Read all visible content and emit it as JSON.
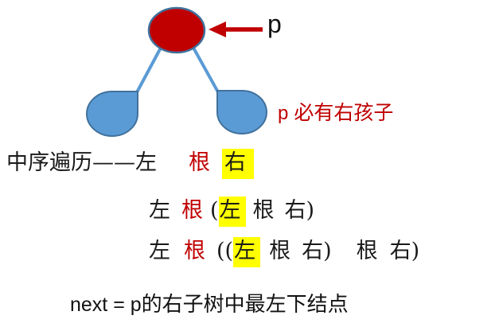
{
  "diagram": {
    "pointer_label": "p",
    "caption_prefix": "p",
    "caption_text": "必有右孩子",
    "colors": {
      "node_fill": "#C00000",
      "node_stroke": "#41719C",
      "subtree_fill": "#5B9BD5",
      "subtree_stroke": "#41719C",
      "edge": "#5B9BD5",
      "arrow": "#C00000",
      "red_text": "#C00000",
      "highlight": "#FFFF00",
      "text": "#111111",
      "background": "#FFFFFF"
    }
  },
  "traversal": {
    "line1": {
      "prefix": "中序遍历——左",
      "root": "根",
      "right_hl": "右"
    },
    "line2": {
      "left": "左",
      "root": "根",
      "open": "(",
      "left_hl": "左",
      "inner_root": "根",
      "inner_close": "右)"
    },
    "line3": {
      "left": "左",
      "root": "根",
      "open": "((",
      "left_hl": "左",
      "inner_root": "根",
      "inner_close": "右)",
      "outer_root": "根",
      "outer_close": "右)"
    }
  },
  "footer": {
    "prefix": "next = p",
    "suffix": "的右子树中最左下结点"
  }
}
